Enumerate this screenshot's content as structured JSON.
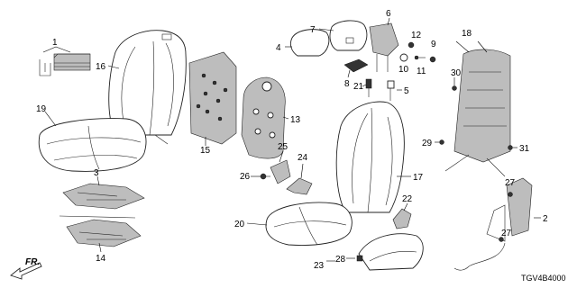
{
  "diagram": {
    "code": "TGV4B4000",
    "direction_label": "FR.",
    "callouts": {
      "c1": "1",
      "c2": "2",
      "c3": "3",
      "c4": "4",
      "c5": "5",
      "c6": "6",
      "c7": "7",
      "c8": "8",
      "c9": "9",
      "c10": "10",
      "c11": "11",
      "c12": "12",
      "c13": "13",
      "c14": "14",
      "c15": "15",
      "c16": "16",
      "c17": "17",
      "c18": "18",
      "c19": "19",
      "c20": "20",
      "c21": "21",
      "c22": "22",
      "c23": "23",
      "c24": "24",
      "c25": "25",
      "c26": "26",
      "c27a": "27",
      "c27b": "27",
      "c28": "28",
      "c29": "29",
      "c30": "30",
      "c31": "31"
    }
  }
}
